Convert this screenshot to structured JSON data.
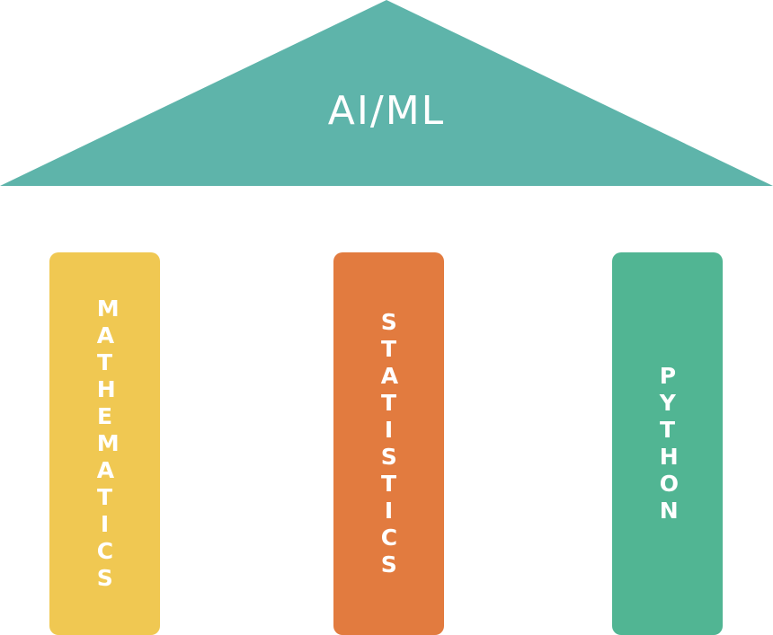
{
  "roof": {
    "title": "AI/ML",
    "color": "#5eb4aa"
  },
  "pillars": [
    {
      "label": "MATHEMATICS",
      "color": "#f0c852"
    },
    {
      "label": "STATISTICS",
      "color": "#e27b3f"
    },
    {
      "label": "PYTHON",
      "color": "#51b593"
    }
  ]
}
